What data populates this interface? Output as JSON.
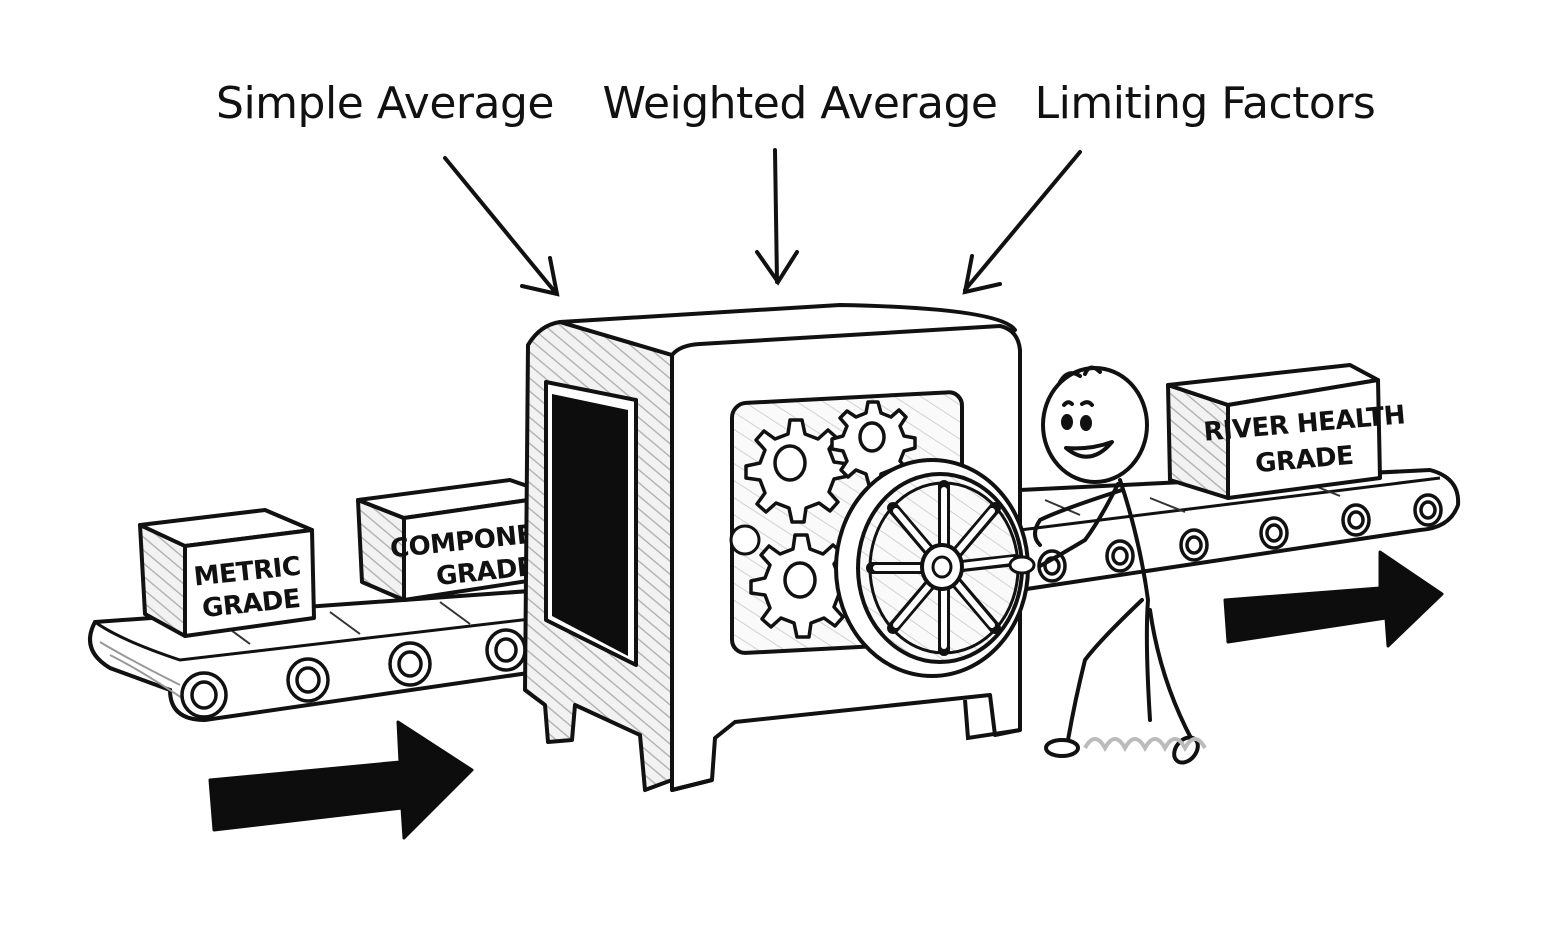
{
  "title": "River health grading machine",
  "method_labels": [
    {
      "id": "simple-average",
      "label": "Simple Average"
    },
    {
      "id": "weighted-average",
      "label": "Weighted Average"
    },
    {
      "id": "limiting-factors",
      "label": "Limiting Factors"
    }
  ],
  "input_boxes": [
    {
      "id": "metric-grade",
      "line1": "METRIC",
      "line2": "GRADE"
    },
    {
      "id": "component-grade",
      "line1": "COMPONENT",
      "line2": "GRADE"
    }
  ],
  "output_box": {
    "id": "river-health-grade",
    "line1": "RIVER HEALTH",
    "line2": "GRADE"
  },
  "flow_direction": "left-to-right",
  "colors": {
    "ink": "#111111",
    "shade": "#bdbdbd",
    "paper": "#ffffff",
    "dark": "#0d0d0d"
  }
}
